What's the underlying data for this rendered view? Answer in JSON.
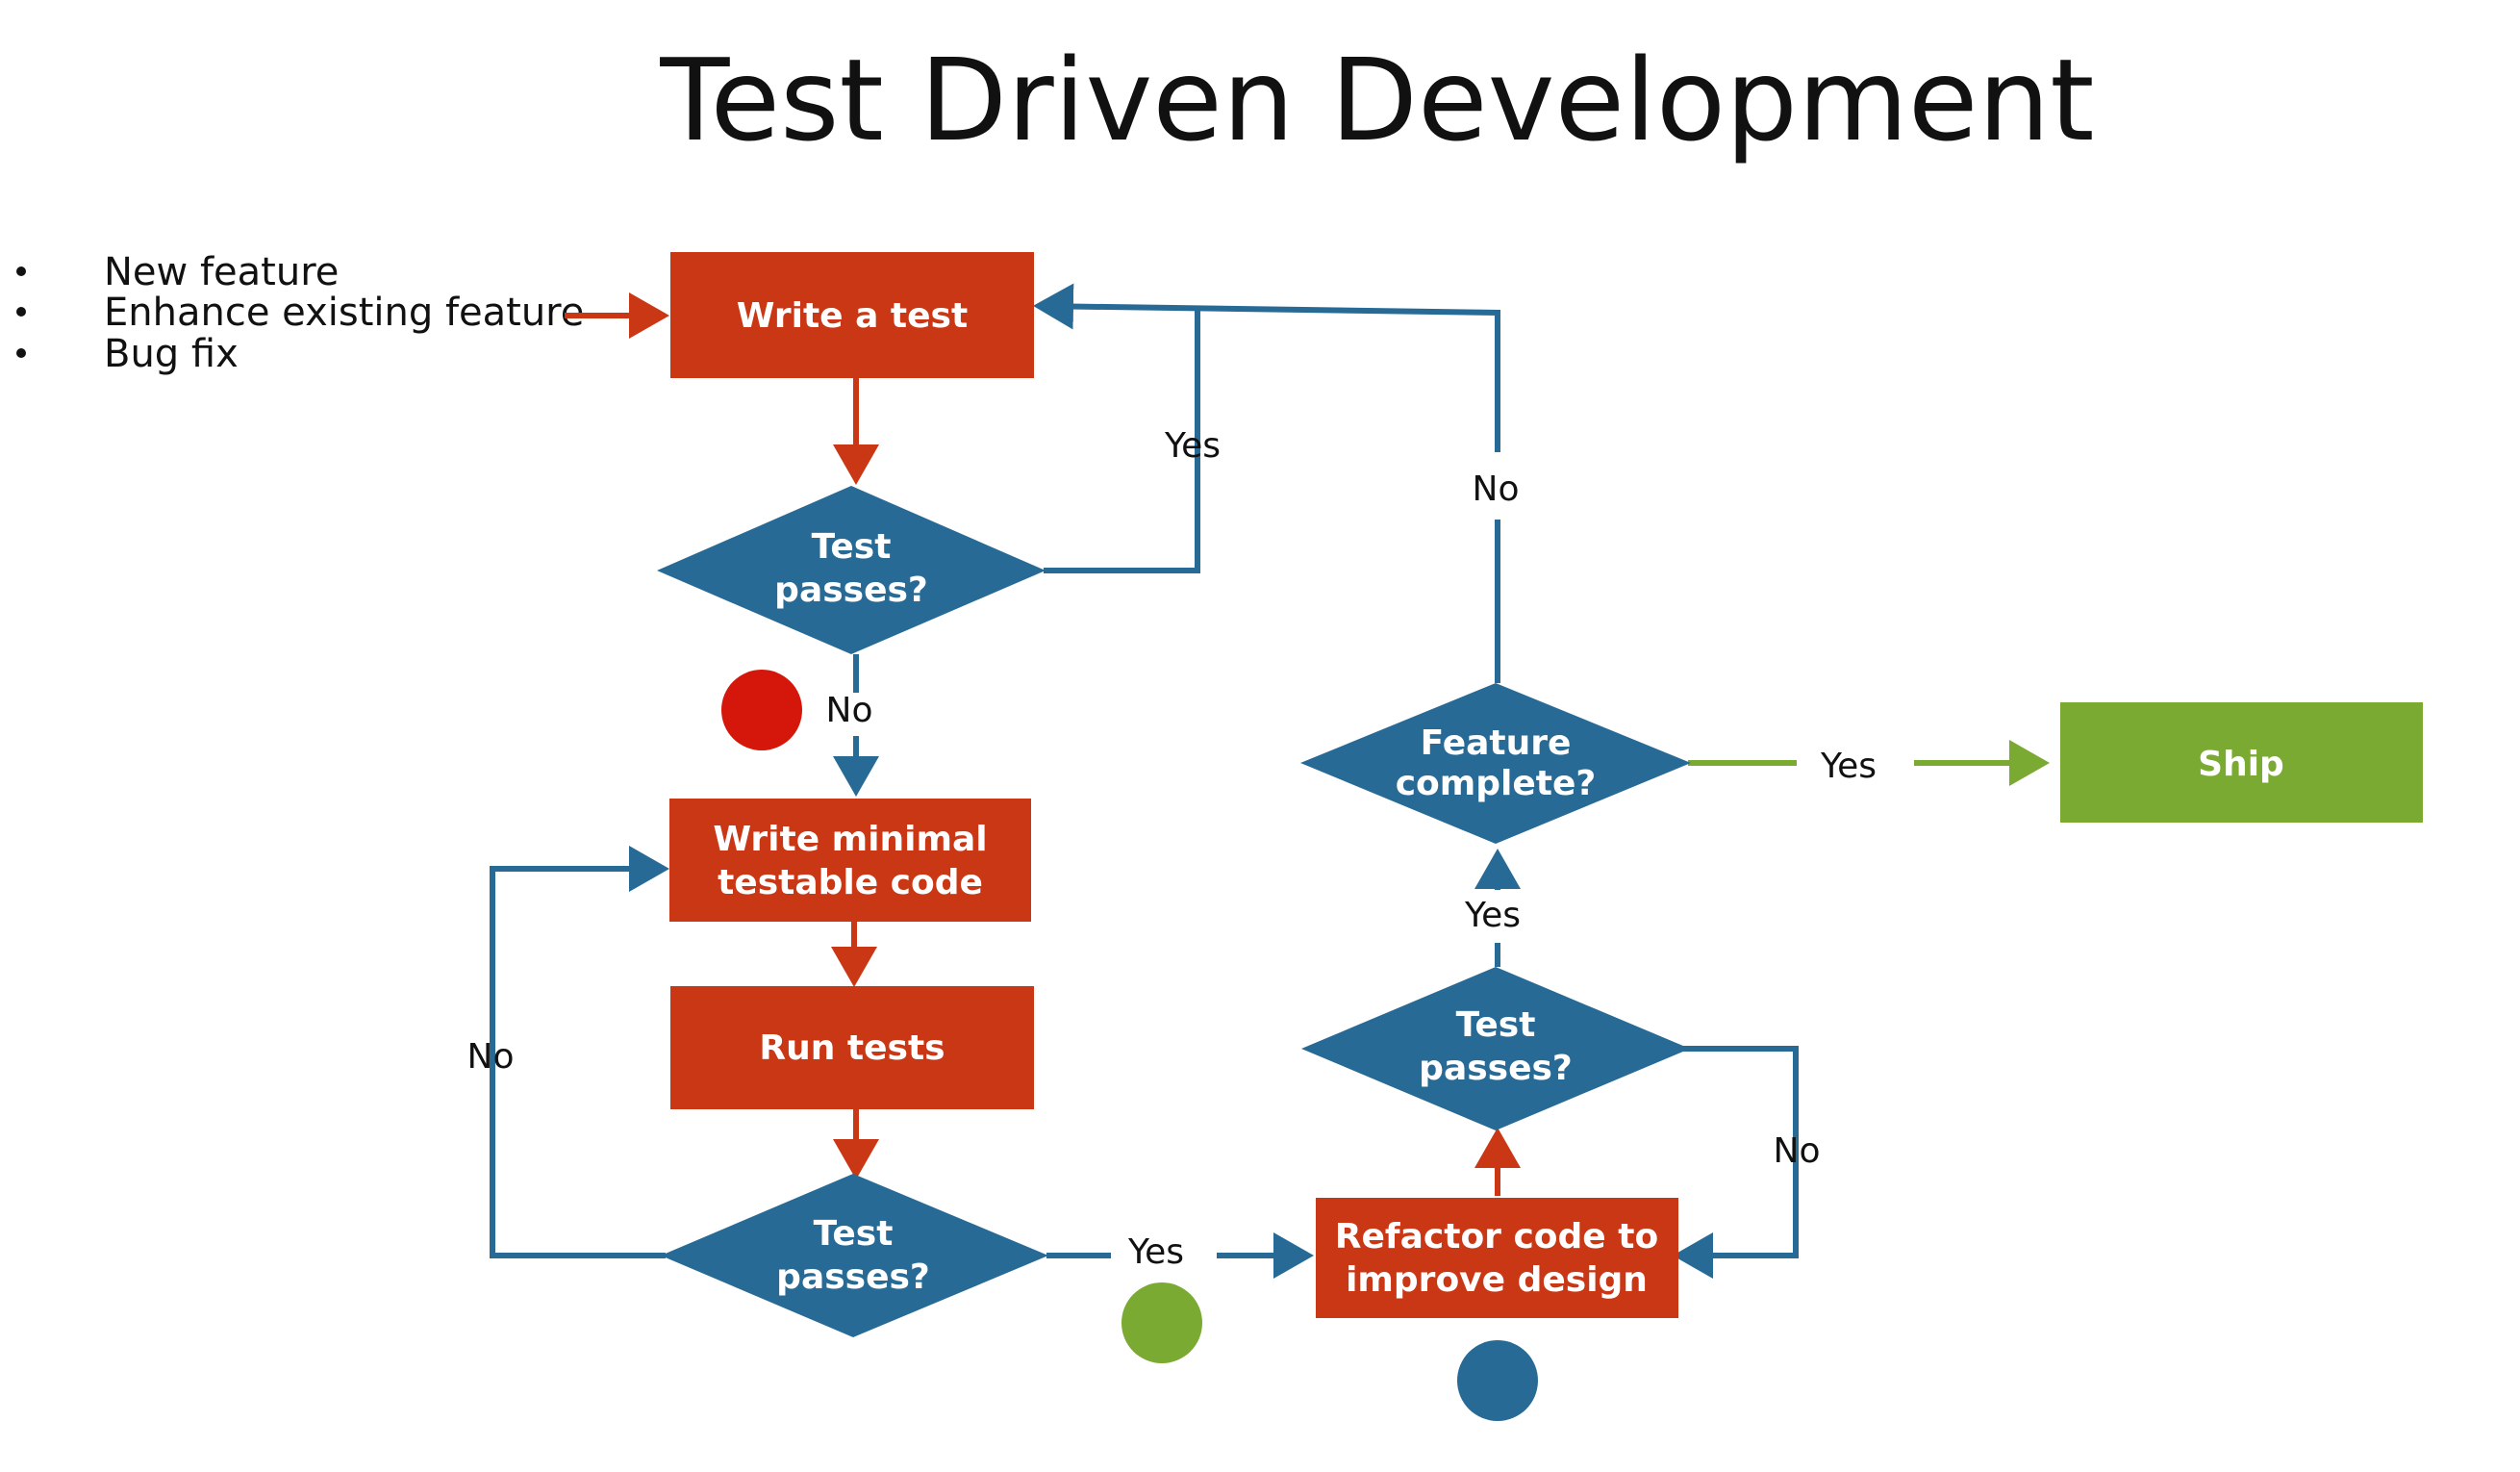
{
  "title": "Test Driven Development",
  "inputs": [
    "New feature",
    "Enhance existing feature",
    "Bug fix"
  ],
  "colors": {
    "process": "#C93714",
    "decision": "#276A96",
    "terminal": "#7AAA31",
    "arrow_red": "#C93714",
    "arrow_blue": "#276A96",
    "arrow_green": "#7AAA31",
    "marker_red": "#D5170B",
    "marker_green": "#7AAA31",
    "marker_blue": "#276A96"
  },
  "nodes": {
    "write_test": {
      "lines": [
        "Write a test"
      ]
    },
    "test_passes_1": {
      "lines": [
        "Test",
        "passes?"
      ]
    },
    "write_minimal": {
      "lines": [
        "Write minimal",
        "testable code"
      ]
    },
    "run_tests": {
      "lines": [
        "Run tests"
      ]
    },
    "test_passes_2": {
      "lines": [
        "Test",
        "passes?"
      ]
    },
    "refactor": {
      "lines": [
        "Refactor code to",
        "improve design"
      ]
    },
    "test_passes_3": {
      "lines": [
        "Test",
        "passes?"
      ]
    },
    "feature_complete": {
      "lines": [
        "Feature",
        "complete?"
      ]
    },
    "ship": {
      "lines": [
        "Ship"
      ]
    }
  },
  "edge_labels": {
    "tp1_yes": "Yes",
    "tp1_no": "No",
    "tp2_no": "No",
    "tp2_yes": "Yes",
    "tp3_yes": "Yes",
    "tp3_no": "No",
    "fc_no": "No",
    "fc_yes": "Yes"
  }
}
